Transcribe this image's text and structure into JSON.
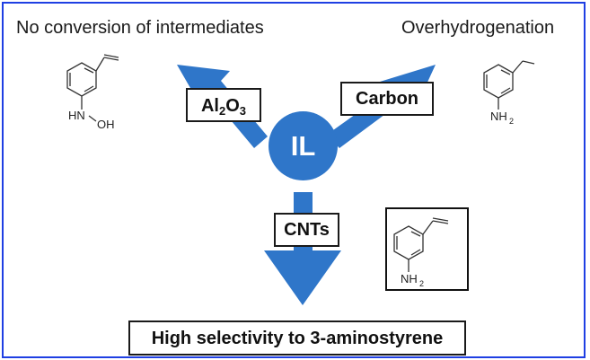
{
  "diagram": {
    "top_left_title": "No conversion of intermediates",
    "top_right_title": "Overhydrogenation",
    "center_label": "IL",
    "left_branch": {
      "label_main": "Al",
      "label_sub1": "2",
      "label_mid": "O",
      "label_sub2": "3"
    },
    "right_branch": {
      "label": "Carbon"
    },
    "bottom_branch": {
      "label": "CNTs"
    },
    "result_label": "High selectivity to 3-aminostyrene"
  },
  "molecules": {
    "left": {
      "substituent_top": "HN",
      "substituent_bottom": "OH"
    },
    "right": {
      "substituent": "NH",
      "substituent_sub": "2"
    },
    "boxed": {
      "substituent": "NH",
      "substituent_sub": "2"
    }
  },
  "colors": {
    "frame": "#1f3fe3",
    "arrow": "#2f76c9",
    "circle": "#2f76c9",
    "box_border": "#1a1a1a",
    "text": "#111111"
  }
}
